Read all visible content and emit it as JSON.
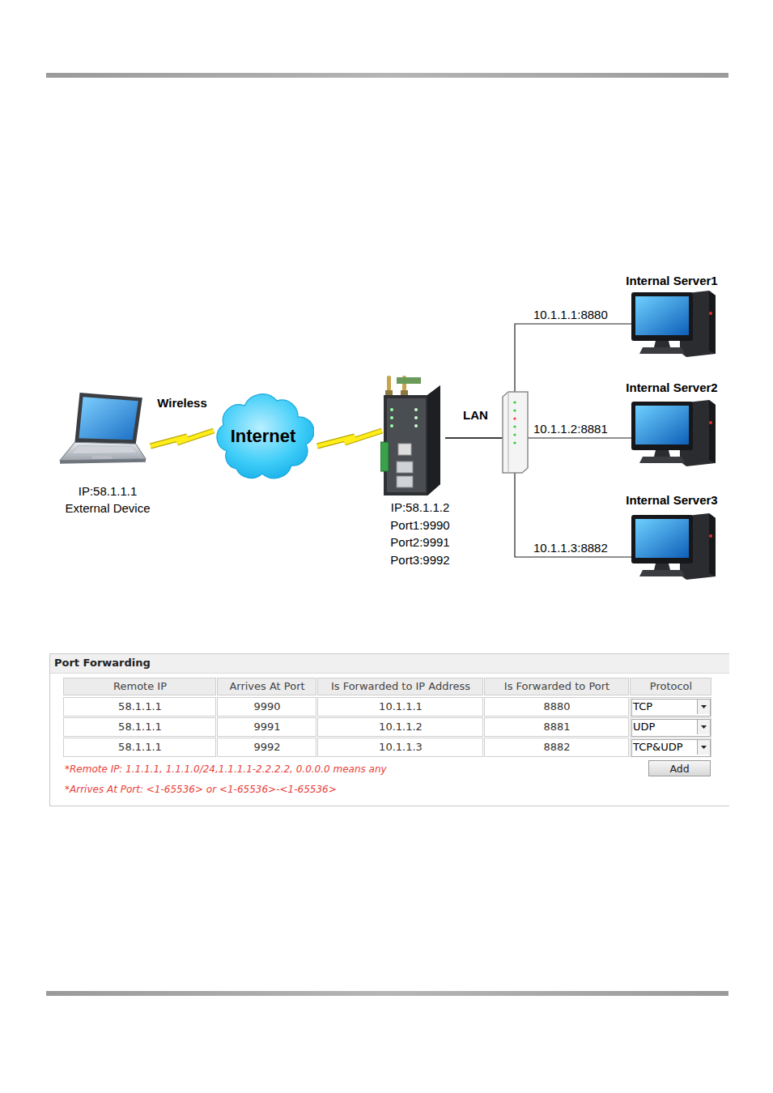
{
  "diagram": {
    "nodes": [
      {
        "text": [
          "IP:58.1.1.1",
          "External Device"
        ]
      },
      {
        "text": [
          "Internet"
        ]
      },
      {
        "text": [
          "IP:58.1.1.2",
          "Port1:9990",
          "Port2:9991",
          "Port3:9992"
        ]
      },
      {
        "text": [
          "Internal Server1"
        ]
      },
      {
        "text": [
          "Internal Server2"
        ]
      },
      {
        "text": [
          "Internal Server3"
        ]
      }
    ],
    "edges": [
      {
        "from": 0,
        "to": 1,
        "arrow": "none",
        "label": "Wireless"
      },
      {
        "from": 1,
        "to": 2,
        "arrow": "none"
      },
      {
        "from": 2,
        "to": 3,
        "arrow": "none",
        "label": "10.1.1.1:8880"
      },
      {
        "from": 2,
        "to": 4,
        "arrow": "none",
        "label": "10.1.1.2:8881"
      },
      {
        "from": 2,
        "to": 5,
        "arrow": "none",
        "label": "10.1.1.3:8882"
      }
    ],
    "labels": [
      "LAN",
      "Port Forwarding",
      "Remote IP",
      "Arrives At Port",
      "Is Forwarded to IP Address",
      "Is Forwarded to Port",
      "Protocol",
      "58.1.1.1",
      "9990",
      "10.1.1.1",
      "8880",
      "TCP",
      "58.1.1.1",
      "9991",
      "10.1.1.2",
      "8881",
      "UDP",
      "58.1.1.1",
      "9992",
      "10.1.1.3",
      "8882",
      "TCP&UDP",
      "Add",
      "*Remote IP: 1.1.1.1, 1.1.1.0/24,1.1.1.1-2.2.2.2, 0.0.0.0 means any",
      "*Arrives At Port: <1-65536> or <1-65536>-<1-65536>"
    ]
  }
}
